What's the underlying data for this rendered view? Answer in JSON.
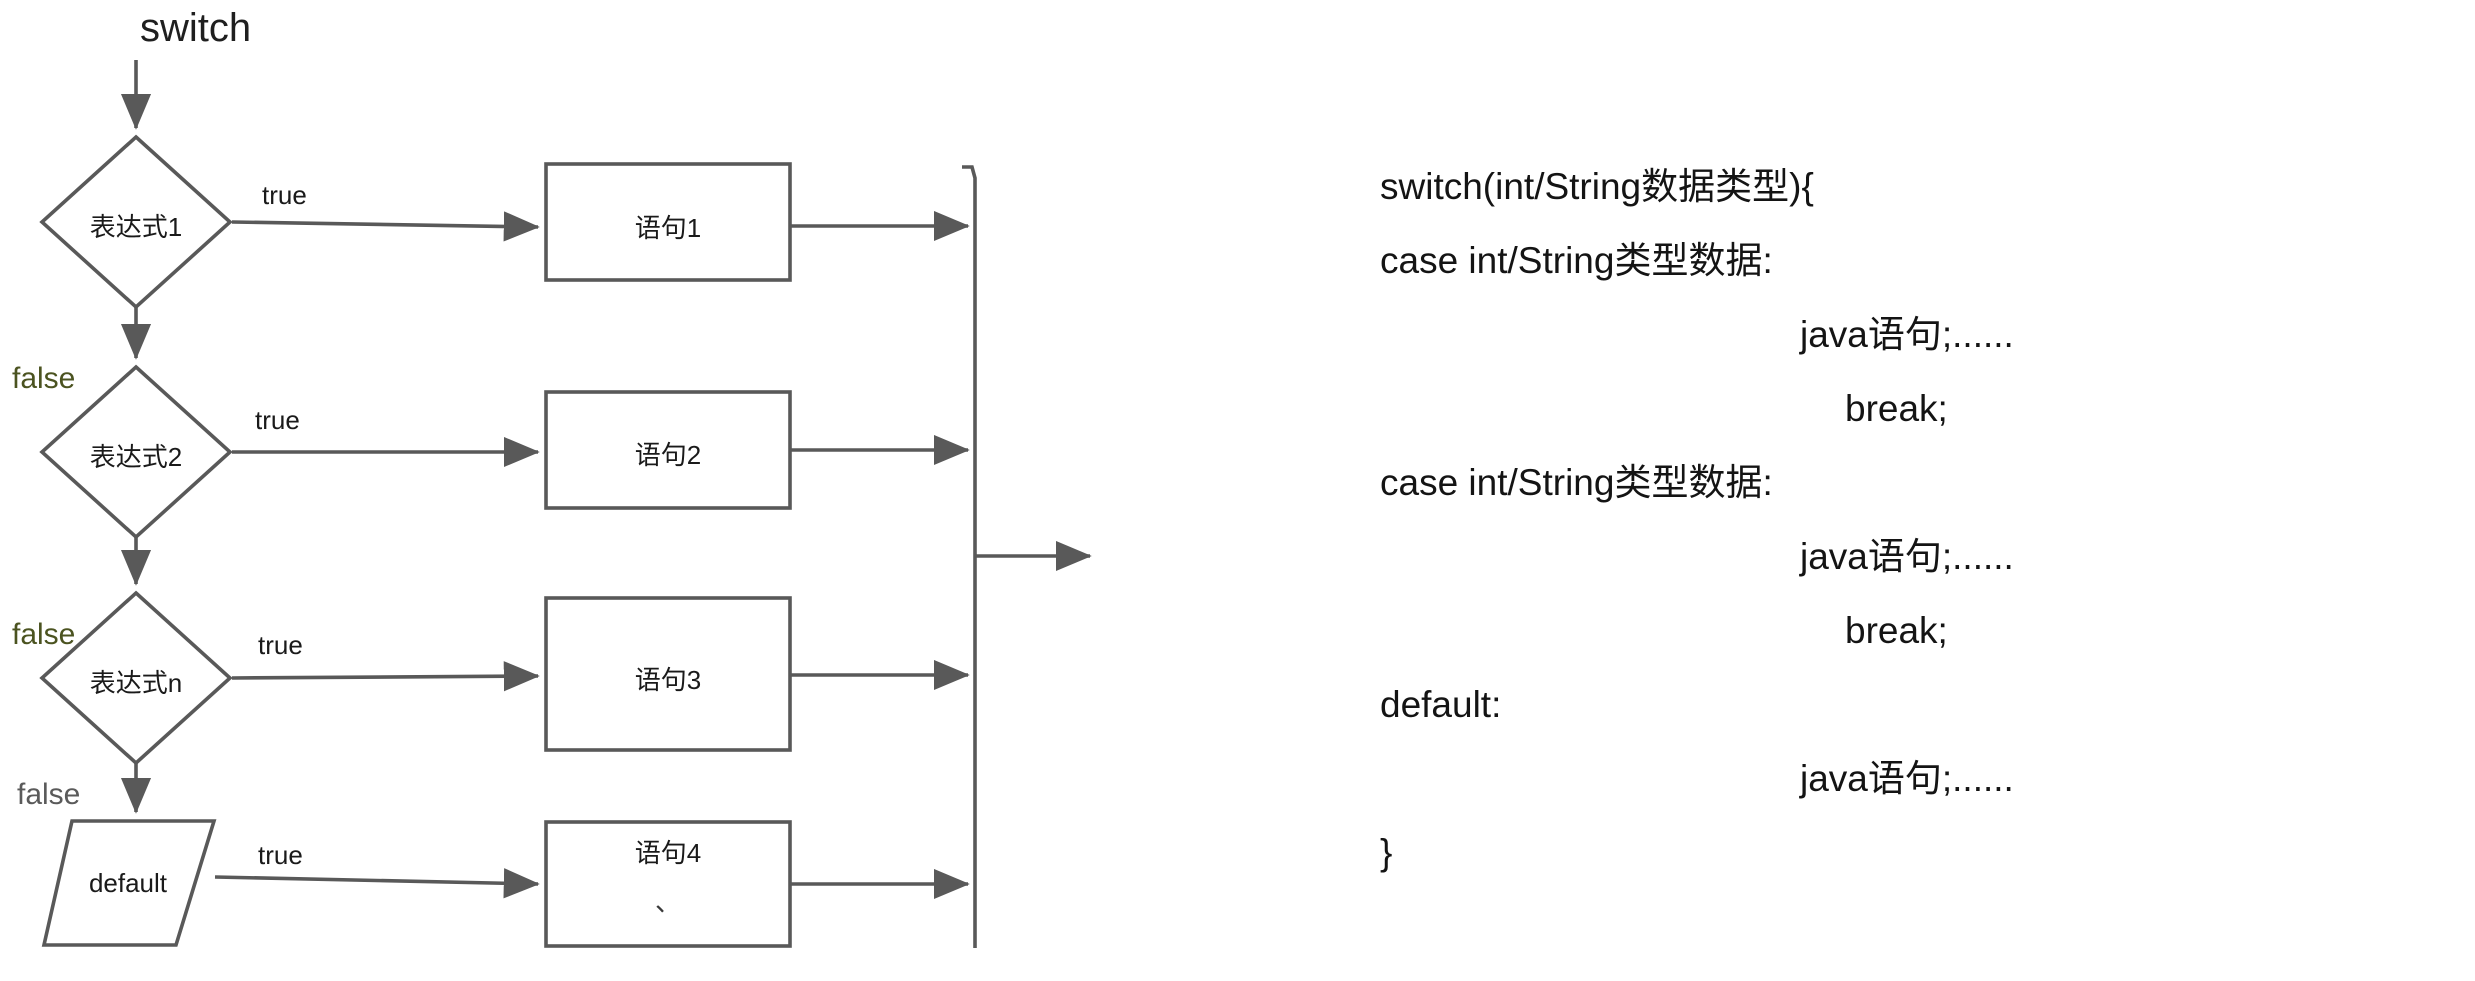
{
  "diagram": {
    "title_label": "switch",
    "decisions": [
      {
        "text": "表达式1",
        "false_label": "false",
        "true_label": "true",
        "statement": "语句1"
      },
      {
        "text": "表达式2",
        "false_label": "false",
        "true_label": "true",
        "statement": "语句2"
      },
      {
        "text": "表达式n",
        "false_label": "false",
        "true_label": "true",
        "statement": "语句3"
      }
    ],
    "default_node": {
      "text": "default",
      "false_label": "false",
      "true_label": "true",
      "statement": "语句4"
    },
    "stray_mark": "、",
    "colors": {
      "stroke": "#595959",
      "false_olive": "#4b5320",
      "false_gray": "#5a5a5a",
      "text": "#1a1a1a",
      "background": "#ffffff"
    }
  },
  "code": {
    "lines": [
      {
        "text": "switch(int/String数据类型){",
        "indent": 0
      },
      {
        "text": "case int/String类型数据:",
        "indent": 0
      },
      {
        "text": "java语句;......",
        "indent": 1
      },
      {
        "text": "break;",
        "indent": 2
      },
      {
        "text": "case int/String类型数据:",
        "indent": 0
      },
      {
        "text": "java语句;......",
        "indent": 1
      },
      {
        "text": "break;",
        "indent": 2
      },
      {
        "text": "default:",
        "indent": 0
      },
      {
        "text": "java语句;......",
        "indent": 1
      },
      {
        "text": "}",
        "indent": 0
      }
    ]
  }
}
